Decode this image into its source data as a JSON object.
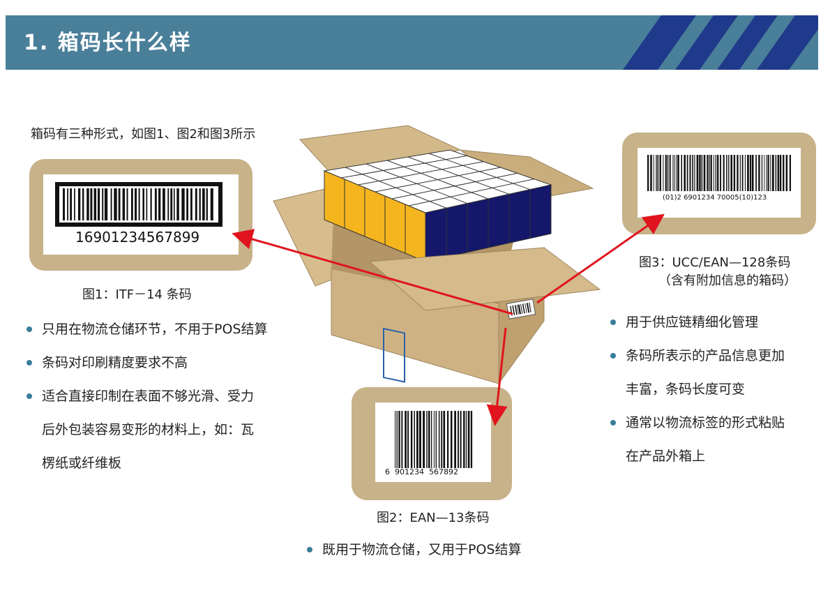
{
  "header": {
    "title": "1. 箱码长什么样"
  },
  "intro": "箱码有三种形式，如图1、图2和图3所示",
  "figures": {
    "fig1": {
      "number": "16901234567899",
      "caption": "图1：ITF－14 条码"
    },
    "fig2": {
      "number": "6  901234  567892",
      "caption": "图2：EAN—13条码"
    },
    "fig3": {
      "number": "(01)2 6901234 70005(10)123",
      "caption_line1": "图3：UCC/EAN—128条码",
      "caption_line2": "（含有附加信息的箱码）"
    }
  },
  "left_bullets": [
    "只用在物流仓储环节，不用于POS结算",
    "条码对印刷精度要求不高",
    "适合直接印制在表面不够光滑、受力",
    "后外包装容易变形的材料上，如：瓦",
    "楞纸或纤维板"
  ],
  "right_bullets": [
    "用于供应链精细化管理",
    "条码所表示的产品信息更加",
    "丰富，条码长度可变",
    "通常以物流标签的形式粘贴",
    "在产品外箱上"
  ],
  "bottom_bullet": "既用于物流仓储，又用于POS结算",
  "colors": {
    "banner": "#4a7f9a",
    "stripe": "#1f3a8a",
    "frame": "#c7b28a",
    "arrow": "#e0141e",
    "bullet": "#3a7d9a",
    "box": "#d8bf8f",
    "yellow": "#f4b51f",
    "navy": "#14176a"
  }
}
